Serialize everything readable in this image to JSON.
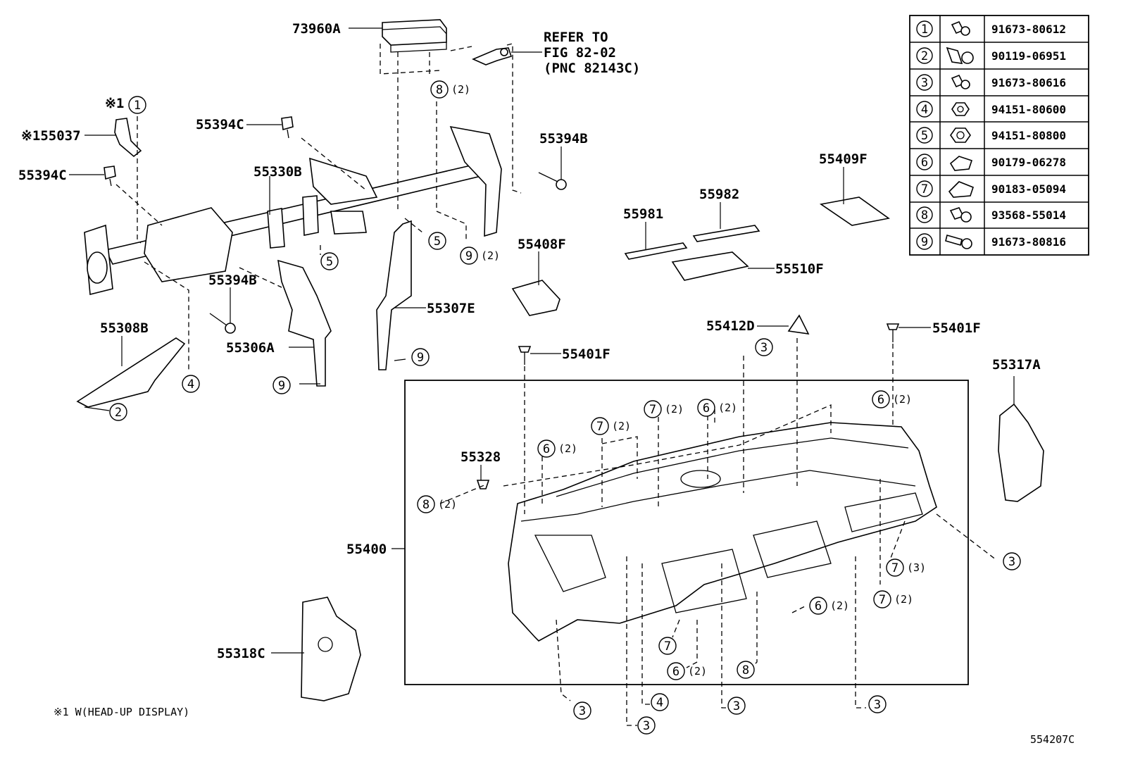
{
  "labels": {
    "p73960A": "73960A",
    "refer1": "REFER TO",
    "refer2": "FIG 82-02",
    "refer3": "(PNC 82143C)",
    "p55037": "※155037",
    "note_mark": "※1",
    "p55394C_a": "55394C",
    "p55394C_b": "55394C",
    "p55330B": "55330B",
    "p55394B_a": "55394B",
    "p55394B_b": "55394B",
    "p55409F": "55409F",
    "p55982": "55982",
    "p55981": "55981",
    "p55408F": "55408F",
    "p55510F": "55510F",
    "p55307E": "55307E",
    "p55308B": "55308B",
    "p55306A": "55306A",
    "p55412D": "55412D",
    "p55401F_a": "55401F",
    "p55401F_b": "55401F",
    "p55317A": "55317A",
    "p55328": "55328",
    "p55400": "55400",
    "p55318C": "55318C",
    "footnote": "※1 W(HEAD-UP DISPLAY)",
    "figure_code": "554207C"
  },
  "callouts": [
    {
      "num": "8",
      "qty": "(2)"
    },
    {
      "num": "1",
      "qty": ""
    },
    {
      "num": "5",
      "qty": ""
    },
    {
      "num": "9",
      "qty": "(2)"
    },
    {
      "num": "5",
      "qty": ""
    },
    {
      "num": "9",
      "qty": ""
    },
    {
      "num": "4",
      "qty": ""
    },
    {
      "num": "2",
      "qty": ""
    },
    {
      "num": "9",
      "qty": ""
    },
    {
      "num": "3",
      "qty": ""
    },
    {
      "num": "6",
      "qty": "(2)"
    },
    {
      "num": "7",
      "qty": "(2)"
    },
    {
      "num": "6",
      "qty": "(2)"
    },
    {
      "num": "7",
      "qty": "(2)"
    },
    {
      "num": "6",
      "qty": "(2)"
    },
    {
      "num": "8",
      "qty": "(2)"
    },
    {
      "num": "3",
      "qty": ""
    },
    {
      "num": "7",
      "qty": "(3)"
    },
    {
      "num": "7",
      "qty": "(2)"
    },
    {
      "num": "6",
      "qty": "(2)"
    },
    {
      "num": "7",
      "qty": ""
    },
    {
      "num": "8",
      "qty": ""
    },
    {
      "num": "6",
      "qty": "(2)"
    },
    {
      "num": "3",
      "qty": ""
    },
    {
      "num": "4",
      "qty": ""
    },
    {
      "num": "3",
      "qty": ""
    },
    {
      "num": "3",
      "qty": ""
    },
    {
      "num": "3",
      "qty": ""
    }
  ],
  "fastener_table": [
    {
      "num": "1",
      "icon": "bolt-washer-icon",
      "part": "91673-80612"
    },
    {
      "num": "2",
      "icon": "bolt-flange-icon",
      "part": "90119-06951"
    },
    {
      "num": "3",
      "icon": "bolt-washer-icon",
      "part": "91673-80616"
    },
    {
      "num": "4",
      "icon": "nut-icon",
      "part": "94151-80600"
    },
    {
      "num": "5",
      "icon": "nut-icon",
      "part": "94151-80800"
    },
    {
      "num": "6",
      "icon": "clip-nut-icon",
      "part": "90179-06278"
    },
    {
      "num": "7",
      "icon": "clip-nut-icon",
      "part": "90183-05094"
    },
    {
      "num": "8",
      "icon": "bolt-washer-icon",
      "part": "93568-55014"
    },
    {
      "num": "9",
      "icon": "bolt-long-icon",
      "part": "91673-80816"
    }
  ]
}
